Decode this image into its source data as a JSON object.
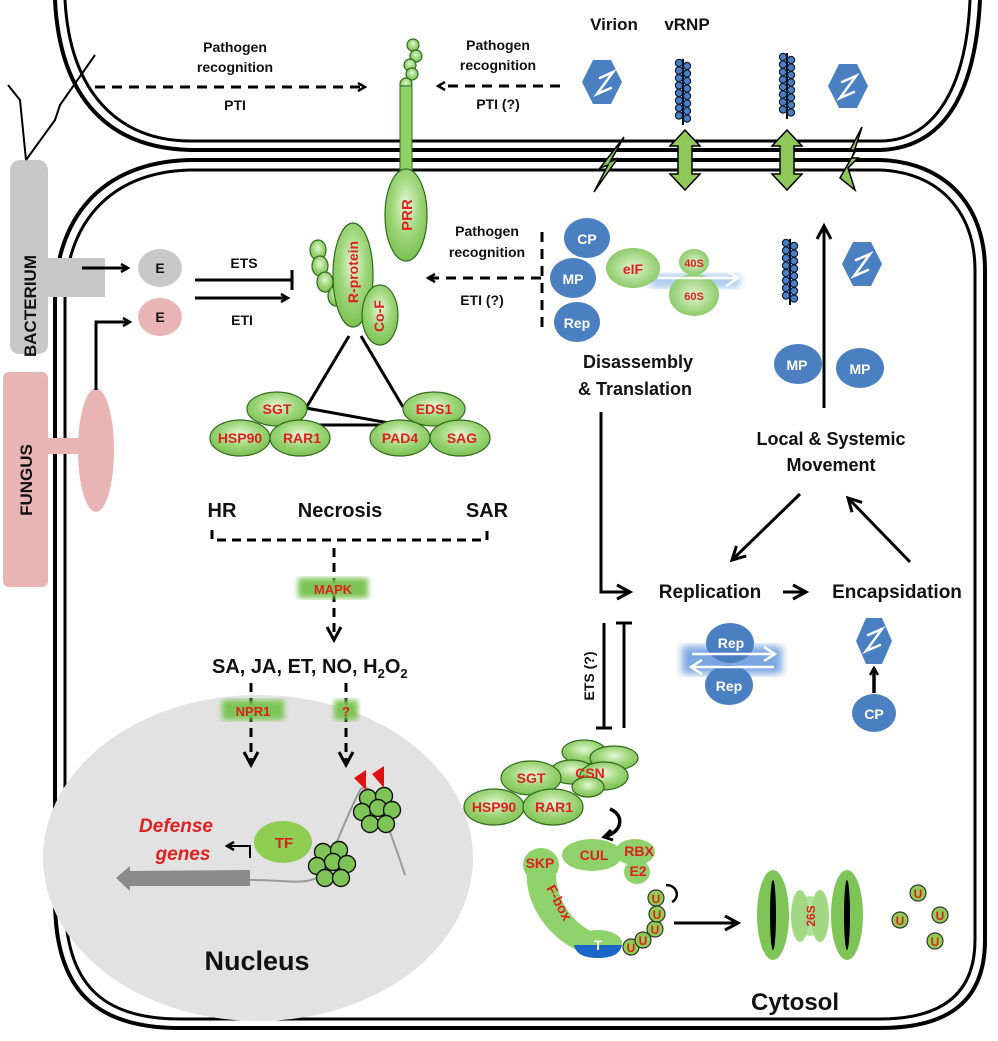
{
  "colors": {
    "protein_green": "#8fd16a",
    "viral_blue": "#4a7fc1",
    "label_red": "#e02020",
    "bacterium_gray": "#c8c8c8",
    "fungus_pink": "#e8b4b4",
    "nucleus_gray": "#e2e2e2"
  },
  "pathogens": {
    "bacterium": "BACTERIUM",
    "fungus": "FUNGUS",
    "effector": "E"
  },
  "top": {
    "left_recognition": "Pathogen\nrecognition",
    "left_recognition_l1": "Pathogen",
    "left_recognition_l2": "recognition",
    "left_pti": "PTI",
    "right_recognition_l1": "Pathogen",
    "right_recognition_l2": "recognition",
    "right_pti": "PTI (?)",
    "virion": "Virion",
    "vrnp": "vRNP"
  },
  "receptors": {
    "prr": "PRR",
    "r_protein": "R-protein",
    "cof": "Co-F",
    "ets": "ETS",
    "eti": "ETI",
    "eti_recog_l1": "Pathogen",
    "eti_recog_l2": "recognition",
    "eti_q": "ETI (?)"
  },
  "chaperone_complex": [
    "SGT",
    "HSP90",
    "RAR1"
  ],
  "eds_complex": [
    "EDS1",
    "PAD4",
    "SAG"
  ],
  "responses": {
    "hr": "HR",
    "necrosis": "Necrosis",
    "sar": "SAR",
    "mapk": "MAPK",
    "signals": "SA, JA, ET, NO, H",
    "h2o2_sub": "2",
    "o": "O",
    "npr1": "NPR1",
    "unknown": "?"
  },
  "nucleus": {
    "title": "Nucleus",
    "tf": "TF",
    "defense_l1": "Defense",
    "defense_l2": "genes"
  },
  "viral_cycle": {
    "cp": "CP",
    "mp": "MP",
    "rep": "Rep",
    "eif": "eIF",
    "s40": "40S",
    "s60": "60S",
    "disassembly_l1": "Disassembly",
    "disassembly_l2": "& Translation",
    "movement_l1": "Local & Systemic",
    "movement_l2": "Movement",
    "replication": "Replication",
    "encapsidation": "Encapsidation",
    "ets_q": "ETS (?)"
  },
  "ubiquitin": {
    "sgt": "SGT",
    "csn": "CSN",
    "hsp90": "HSP90",
    "rar1": "RAR1",
    "skp": "SKP",
    "cul": "CUL",
    "rbx": "RBX",
    "e2": "E2",
    "fbox": "F-box",
    "target": "T",
    "ub": "U",
    "proteasome": "26S"
  },
  "compartment": {
    "cytosol": "Cytosol"
  }
}
